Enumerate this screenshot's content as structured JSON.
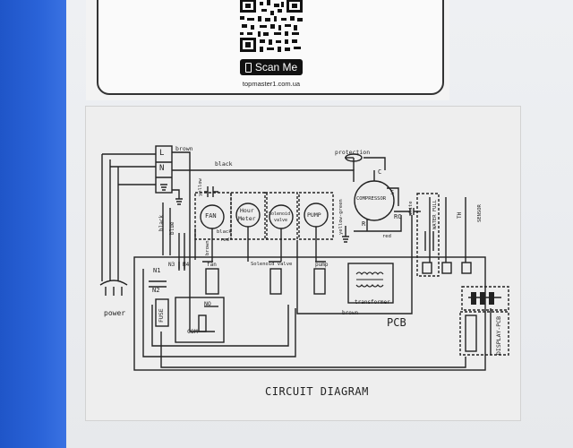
{
  "qr_card": {
    "scan_label": "Scan Me",
    "website": "topmaster1.com.ua"
  },
  "diagram": {
    "title": "CIRCUIT DIAGRAM",
    "pcb_label": "PCB",
    "terminals": {
      "L": "L",
      "N": "N"
    },
    "power_label": "power",
    "wire_labels": {
      "brown_top": "brown",
      "black_top": "black",
      "blue": "blue",
      "black_left": "black",
      "yellow": "yellow",
      "black_fan": "black",
      "red_fan": "red",
      "brown_fan": "brown",
      "yellow_green": "yellow-green",
      "red_comp": "red",
      "white": "white",
      "brown_bottom": "brown"
    },
    "components": {
      "protection": "protection",
      "compressor": "COMPRESSOR",
      "comp_c": "C",
      "comp_s": "S",
      "comp_r": "R",
      "rc": "RC",
      "fan": "FAN",
      "hour_meter_1": "Hour",
      "hour_meter_2": "Meter",
      "solenoid_1": "Solenoid",
      "solenoid_2": "valve",
      "pump": "PUMP",
      "water_full": "WATER FULL",
      "th": "TH",
      "sensor": "SENSOR",
      "display_pcb": "DISPLAY-PCB"
    },
    "pcb_labels": {
      "n1": "N1",
      "n2": "N2",
      "n3": "N3",
      "n4": "N4",
      "fan": "fan",
      "solenoid_valve": "Solenoid valve",
      "pump": "pump",
      "transformer": "transformer",
      "fuse": "FUSE",
      "no": "NO",
      "com": "COM"
    }
  }
}
